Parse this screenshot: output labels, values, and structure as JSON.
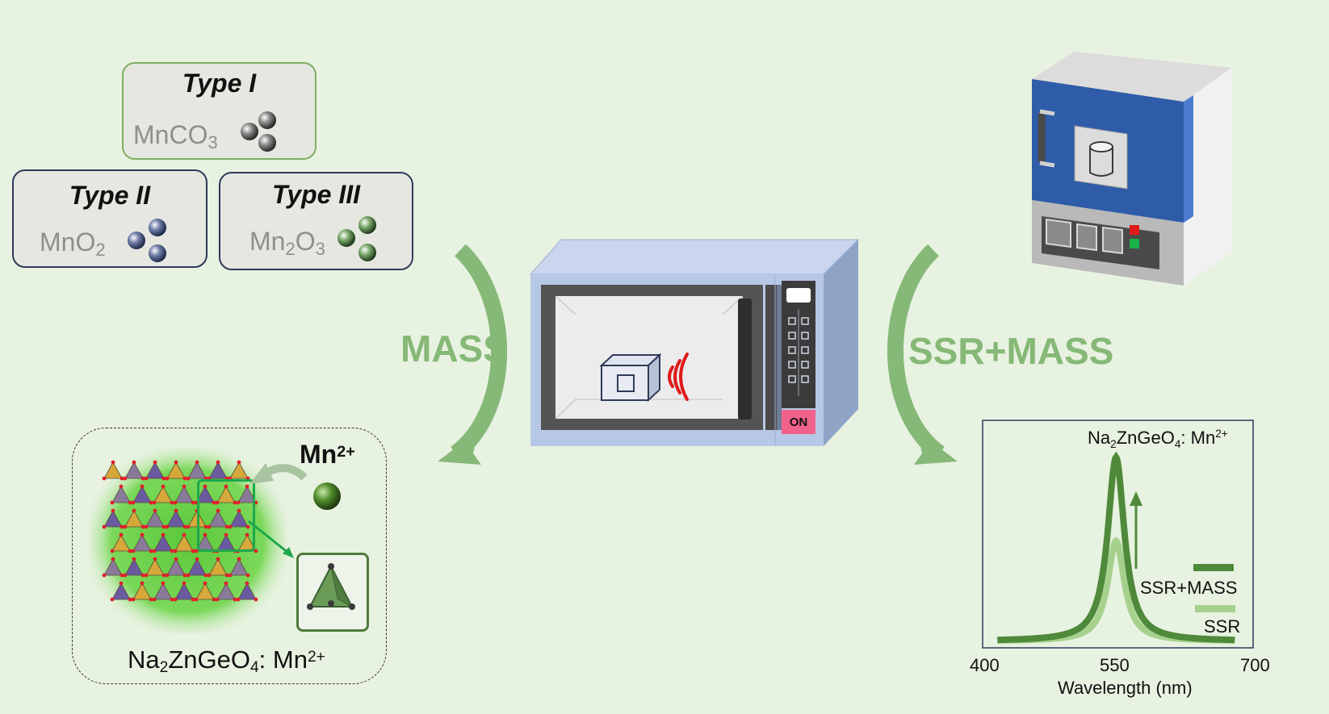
{
  "precursors": [
    {
      "type": "Type I",
      "formula_main": "MnCO",
      "formula_sub": "3"
    },
    {
      "type": "Type II",
      "formula_main": "MnO",
      "formula_sub": "2"
    },
    {
      "type": "Type III",
      "formula_main": "Mn",
      "formula_sub1": "2",
      "formula_mid": "O",
      "formula_sub2": "3"
    }
  ],
  "methods": {
    "left_label": "MASS",
    "right_label": "SSR+MASS"
  },
  "microwave": {
    "button_label": "ON"
  },
  "crystal": {
    "dopant_main": "Mn",
    "dopant_charge": "2+",
    "host_name": "Na2ZnGeO4: Mn2+",
    "host_parts": [
      "Na",
      "2",
      "ZnGeO",
      "4",
      ": Mn",
      "2+"
    ]
  },
  "colors": {
    "background": "#e8f2e1",
    "accent_green": "#86b877",
    "dark_green": "#4f8a3a",
    "light_green": "#a6d18d",
    "furnace_blue": "#2f5ca8",
    "microwave_blue": "#b7c8e6",
    "on_button": "#f0628a"
  },
  "chart_data": {
    "type": "line",
    "title_parts": [
      "Na",
      "2",
      "ZnGeO",
      "4",
      ": Mn",
      "2+"
    ],
    "xlabel": "Wavelength (nm)",
    "ylabel": "",
    "xlim": [
      400,
      700
    ],
    "ylim": [
      0,
      1
    ],
    "x_ticks": [
      400,
      550,
      700
    ],
    "series": [
      {
        "name": "SSR+MASS",
        "color": "#4f8a3a",
        "peak_x": 545,
        "peak_y": 0.9,
        "width": 12,
        "baseline": 0.02
      },
      {
        "name": "SSR",
        "color": "#a6d18d",
        "peak_x": 545,
        "peak_y": 0.5,
        "width": 12,
        "baseline": 0.02
      }
    ]
  }
}
